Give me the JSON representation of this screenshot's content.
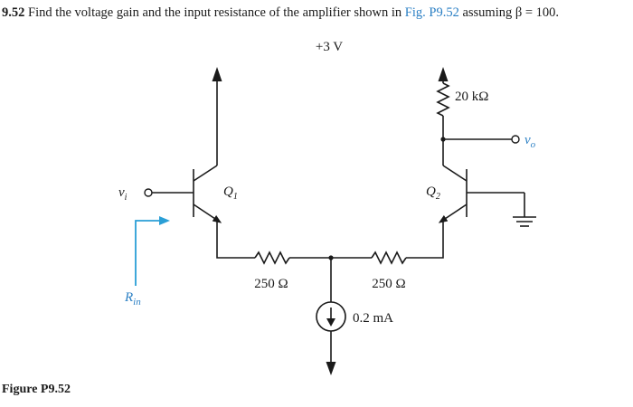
{
  "problem": {
    "number": "9.52",
    "text_before": "Find the voltage gain and the input resistance of the amplifier shown in",
    "figure_ref": "Fig. P9.52",
    "text_after": "assuming β = 100."
  },
  "caption": "Figure P9.52",
  "circuit": {
    "supply": "+3 V",
    "rc": "20 kΩ",
    "vo": "v",
    "vo_sub": "o",
    "vi": "v",
    "vi_sub": "i",
    "q1": "Q",
    "q1_sub": "1",
    "q2": "Q",
    "q2_sub": "2",
    "re1": "250 Ω",
    "re2": "250 Ω",
    "current": "0.2 mA",
    "rin": "R",
    "rin_sub": "in"
  },
  "colors": {
    "ink": "#1a1a1a",
    "link": "#2a7fc4",
    "rin_arrow": "#2a9fd6"
  }
}
